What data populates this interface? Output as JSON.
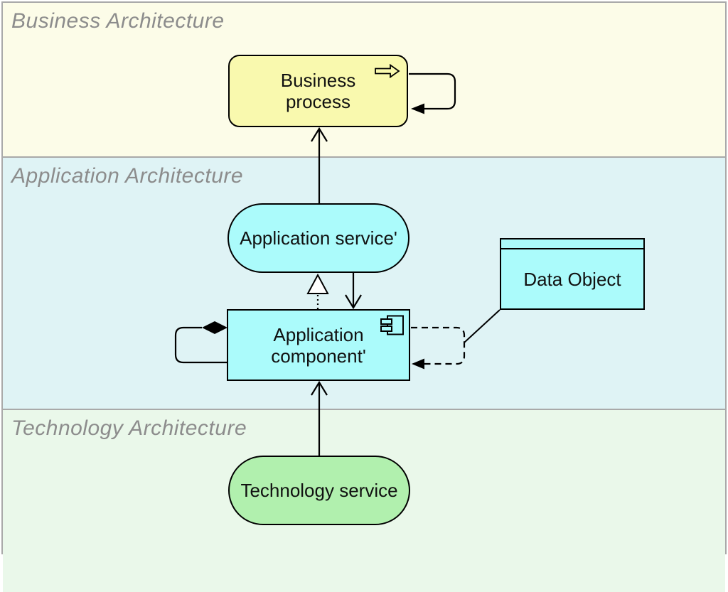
{
  "layers": [
    {
      "label": "Business Architecture"
    },
    {
      "label": "Application Architecture"
    },
    {
      "label": "Technology Architecture"
    }
  ],
  "nodes": {
    "business_process": {
      "label": "Business process",
      "type": "business-process"
    },
    "application_service": {
      "label": "Application service'",
      "type": "application-service"
    },
    "application_component": {
      "label": "Application component'",
      "type": "application-component"
    },
    "data_object": {
      "label": "Data Object",
      "type": "data-object"
    },
    "technology_service": {
      "label": "Technology service",
      "type": "technology-service"
    }
  },
  "relationships": [
    {
      "type": "serving",
      "from": "application_service",
      "to": "business_process",
      "style": "solid-open-arrow"
    },
    {
      "type": "triggering-self-loop",
      "from": "business_process",
      "to": "business_process",
      "style": "solid-filled-arrow"
    },
    {
      "type": "realization",
      "from": "application_component",
      "to": "application_service",
      "style": "dotted-hollow-triangle"
    },
    {
      "type": "serving",
      "from": "application_service",
      "to": "application_component",
      "style": "solid-open-arrow"
    },
    {
      "type": "composition-self-loop",
      "from": "application_component",
      "to": "application_component",
      "style": "solid-filled-diamond"
    },
    {
      "type": "access",
      "from": "data_object",
      "to": "application_component",
      "style": "dashed-filled-arrow"
    },
    {
      "type": "serving",
      "from": "technology_service",
      "to": "application_component",
      "style": "solid-open-arrow"
    }
  ],
  "colors": {
    "business_layer_bg": "#fcfce8",
    "application_layer_bg": "#dff3f5",
    "technology_layer_bg": "#eaf8ea",
    "business_node_fill": "#f9f9ae",
    "application_node_fill": "#abfbfb",
    "technology_node_fill": "#b1f0ae",
    "layer_label_color": "#8c8c8c",
    "frame_border": "#a9a9a9",
    "edge_color": "#000000"
  }
}
